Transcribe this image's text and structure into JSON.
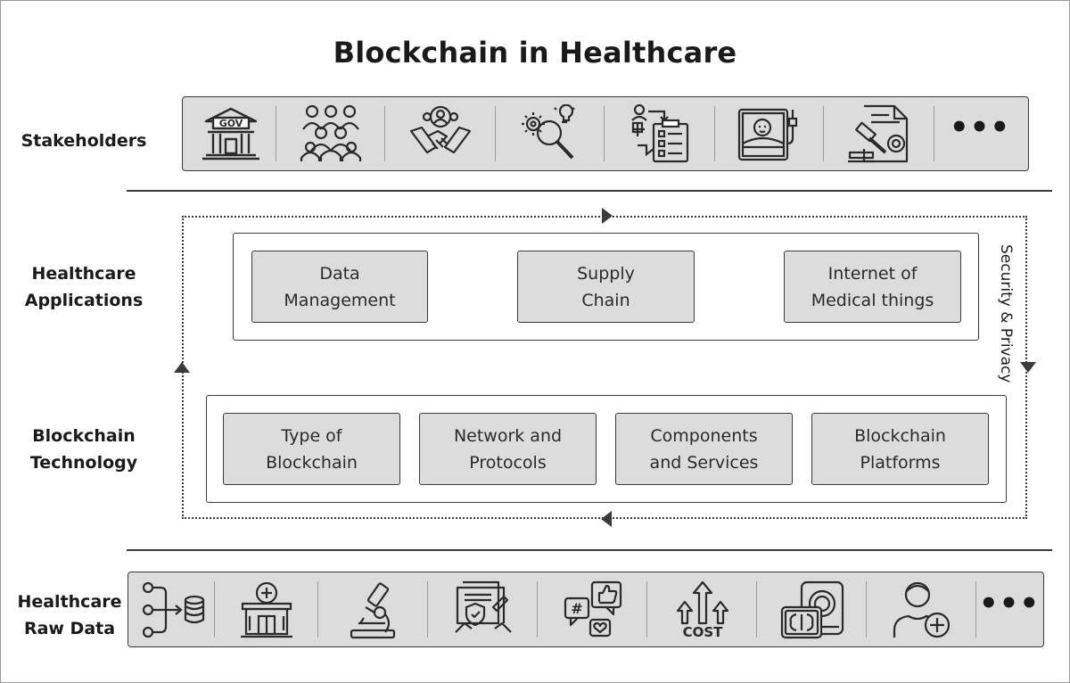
{
  "title": "Blockchain in Healthcare",
  "rows": {
    "stakeholders": [
      "Stakeholders"
    ],
    "applications": [
      "Healthcare",
      "Applications"
    ],
    "technology": [
      "Blockchain",
      "Technology"
    ],
    "raw_data": [
      "Healthcare",
      "Raw Data"
    ]
  },
  "stakeholder_icons": [
    "government-building-icon",
    "people-group-icon",
    "handshake-partners-icon",
    "research-gear-magnifier-icon",
    "doctor-checklist-icon",
    "patient-bed-icon",
    "legal-gavel-document-icon",
    "more-icon"
  ],
  "stakeholder_icon_text": {
    "gov": "GOV",
    "more": "•••"
  },
  "applications": [
    [
      "Data",
      "Management"
    ],
    [
      "Supply",
      "Chain"
    ],
    [
      "Internet of",
      "Medical things"
    ]
  ],
  "technology": [
    [
      "Type of",
      "Blockchain"
    ],
    [
      "Network and",
      "Protocols"
    ],
    [
      "Components",
      "and Services"
    ],
    [
      "Blockchain",
      "Platforms"
    ]
  ],
  "loop_label": "Security & Privacy",
  "raw_data_icons": [
    "data-sources-database-icon",
    "hospital-icon",
    "microscope-icon",
    "insurance-document-icon",
    "social-media-icon",
    "cost-arrows-icon",
    "medical-imaging-scanner-icon",
    "patient-plus-icon",
    "more-icon"
  ],
  "raw_data_icon_text": {
    "cost": "COST",
    "hash": "#",
    "more": "•••"
  }
}
